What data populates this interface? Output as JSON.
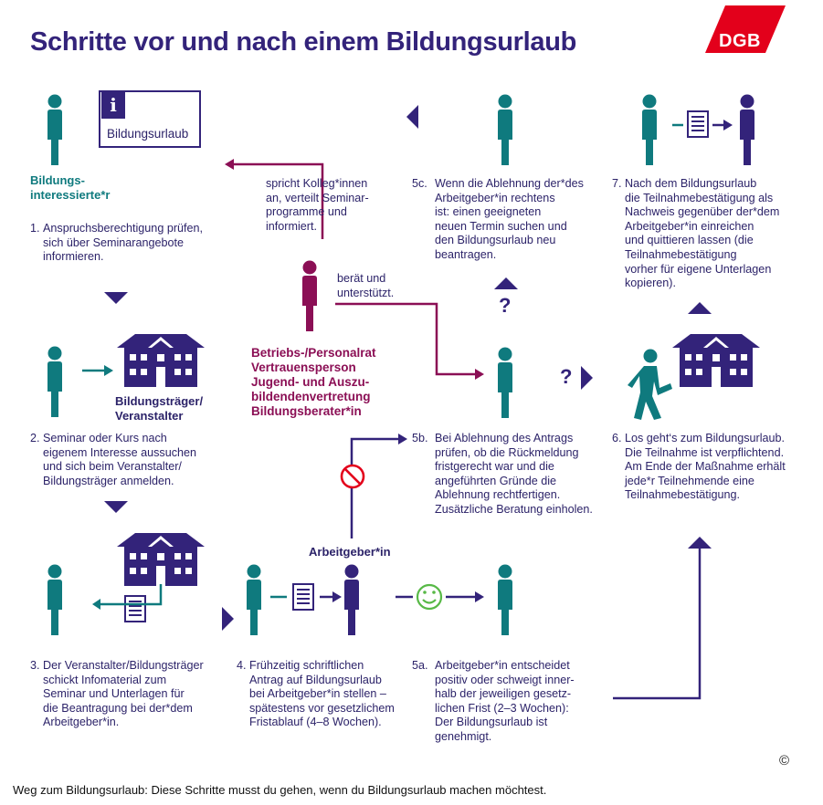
{
  "title": "Schritte vor und nach einem Bildungsurlaub",
  "logo": "DGB",
  "info_box": {
    "icon": "i",
    "label": "Bildungsurlaub"
  },
  "labels": {
    "interessierte": "Bildungs-\ninteressierte*r",
    "traeger": "Bildungsträger/\nVeranstalter",
    "arbeitgeber": "Arbeitgeber*in",
    "betriebsrat": "Betriebs-/Personalrat\nVertrauensperson\nJugend- und Auszu-\nbildendenvertretung\nBildungsberater*in"
  },
  "notes": {
    "kollegen": "spricht Kolleg*innen\nan, verteilt Seminar-\nprogramme und\ninformiert.",
    "beraet": "berät und\nunterstützt."
  },
  "steps": [
    {
      "num": "1.",
      "text": "Anspruchsberechtigung prüfen,\nsich über Seminarangebote\ninformieren."
    },
    {
      "num": "2.",
      "text": "Seminar oder Kurs nach\neigenem Interesse aussuchen\nund sich beim Veranstalter/\nBildungsträger anmelden."
    },
    {
      "num": "3.",
      "text": "Der Veranstalter/Bildungsträger\nschickt Infomaterial zum\nSeminar und Unterlagen für\ndie Beantragung bei der*dem\nArbeitgeber*in."
    },
    {
      "num": "4.",
      "text": "Frühzeitig schriftlichen\nAntrag auf Bildungsurlaub\nbei Arbeitgeber*in stellen –\nspätestens vor gesetzlichem\nFristablauf (4–8 Wochen)."
    },
    {
      "num": "5a.",
      "text": "Arbeitgeber*in entscheidet\npositiv oder schweigt inner-\nhalb der jeweiligen gesetz-\nlichen Frist (2–3 Wochen):\nDer Bildungsurlaub ist\ngenehmigt."
    },
    {
      "num": "5b.",
      "text": "Bei Ablehnung des Antrags\nprüfen, ob die Rückmeldung\nfristgerecht war und die\nangeführten Gründe die\nAblehnung rechtfertigen.\nZusätzliche Beratung einholen."
    },
    {
      "num": "5c.",
      "text": "Wenn die Ablehnung der*des\nArbeitgeber*in rechtens\nist: einen geeigneten\nneuen Termin suchen und\nden Bildungsurlaub neu\nbeantragen."
    },
    {
      "num": "6.",
      "text": "Los geht‘s zum Bildungsurlaub.\nDie Teilnahme ist verpflichtend.\nAm Ende der Maßnahme erhält\njede*r Teilnehmende eine\nTeilnahmebestätigung."
    },
    {
      "num": "7.",
      "text": "Nach dem Bildungsurlaub\ndie Teilnahmebestätigung als\nNachweis gegenüber der*dem\nArbeitgeber*in einreichen\nund quittieren lassen (die\nTeilnahmebestätigung\nvorher für eigene Unterlagen\nkopieren)."
    }
  ],
  "question_mark": "?",
  "copyright": "©",
  "caption": "Weg zum Bildungsurlaub: Diese Schritte musst du gehen, wenn du Bildungsurlaub machen möchtest.",
  "colors": {
    "navy": "#33237a",
    "teal": "#0f7a7e",
    "magenta": "#8b0f55",
    "green": "#58b947",
    "red": "#e3001b"
  }
}
